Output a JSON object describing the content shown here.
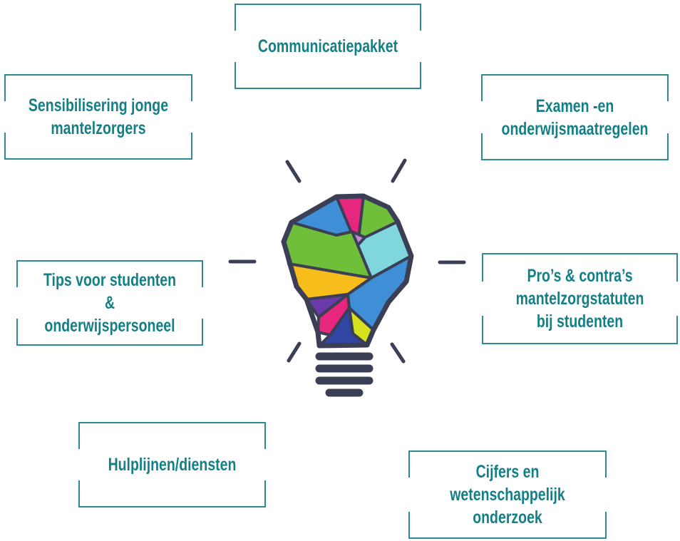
{
  "colors": {
    "teal": "#137f86",
    "frame": "#2e8a90",
    "outline": "#3b3f55",
    "blue": "#3f8fd6",
    "magenta": "#e6267f",
    "green": "#6fbf3b",
    "cyan": "#7fd6dc",
    "lilac": "#c58bd0",
    "yellow": "#f7bd1b",
    "purple": "#6a3aa8",
    "lime": "#d7e21e",
    "navy": "#3146a3"
  },
  "topics": {
    "communicatie": "Communicatiepakket",
    "sensibilisering": "Sensibilisering jonge\nmantelzorgers",
    "examen": "Examen -en\nonderwijsmaatregelen",
    "tips": "Tips voor studenten &\nonderwijspersoneel",
    "pros": "Pro’s & contra’s\nmantelzorgstatuten\nbij studenten",
    "hulplijnen": "Hulplijnen/diensten",
    "cijfers": "Cijfers en\nwetenschappelijk\nonderzoek"
  }
}
